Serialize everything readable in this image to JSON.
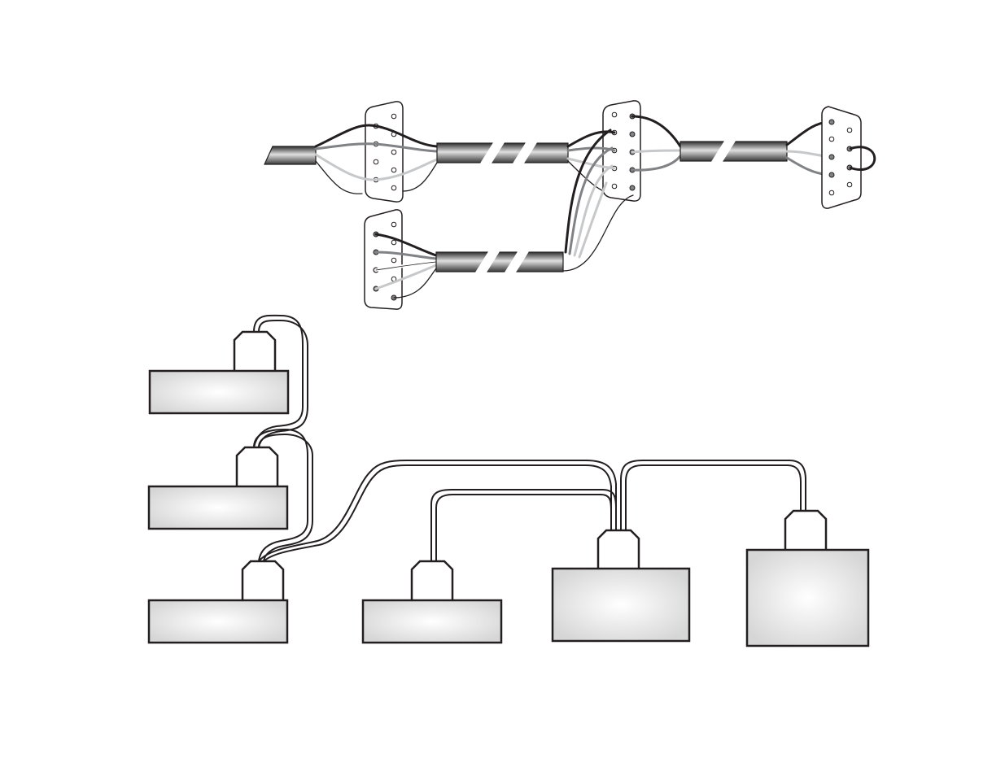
{
  "diagram": {
    "kind": "cable-wiring-diagram",
    "texts": [],
    "colors": {
      "background": "#ffffff",
      "outline": "#231f20",
      "wire_black": "#231f20",
      "wire_dark_gray": "#808285",
      "wire_light_gray": "#c7c8ca",
      "wire_white": "#ffffff",
      "box_fill_center": "#ffffff",
      "box_fill_edge": "#d9d9d9",
      "cable_dark": "#3a3a3a",
      "cable_light": "#d8d8d8"
    },
    "components": {
      "serial_connectors": 4,
      "cable_segments": 4,
      "devices": 6
    }
  }
}
